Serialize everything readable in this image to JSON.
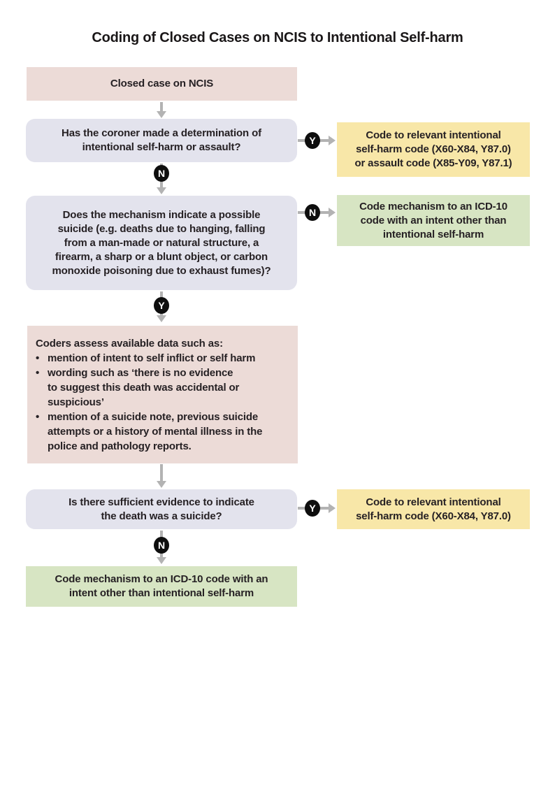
{
  "page": {
    "title": "Coding of Closed Cases on NCIS to Intentional Self-harm"
  },
  "labels": {
    "yes": "Y",
    "no": "N",
    "bullet": "•"
  },
  "colors": {
    "start_box": "#ecdbd7",
    "question_box": "#e3e3ed",
    "outcome_yellow": "#f8e7a8",
    "outcome_green": "#d7e5c3",
    "arrow": "#b3b3b3",
    "badge": "#0e0e0e",
    "text": "#262124"
  },
  "flow": {
    "start": "Closed case on NCIS",
    "q_coroner": "Has the coroner made a determination of\nintentional self-harm or assault?",
    "coroner_yes_outcome": "Code to relevant intentional\nself-harm code (X60-X84, Y87.0)\nor assault code (X85-Y09, Y87.1)",
    "q_mechanism": "Does the mechanism indicate a possible\nsuicide (e.g. deaths due to hanging, falling\nfrom a man-made or natural structure, a\nfirearm, a sharp or a blunt object, or carbon\nmonoxide poisoning due to exhaust fumes)?",
    "mechanism_no_outcome": "Code mechanism to an ICD-10\ncode with an intent other than\nintentional self-harm",
    "assess_intro": "Coders assess available data such as:",
    "assess_bullets": [
      "mention of intent to self inflict or self harm",
      "wording such as ‘there is no evidence\nto suggest this death was accidental or\nsuspicious’",
      "mention of a suicide note, previous suicide\nattempts or a history of mental illness in the\npolice and pathology reports."
    ],
    "q_evidence": "Is there sufficient evidence to indicate\nthe death was a suicide?",
    "evidence_yes_outcome": "Code to relevant intentional\nself-harm code (X60-X84, Y87.0)",
    "evidence_no_outcome": "Code mechanism to an ICD-10 code with an\nintent other than intentional self-harm"
  }
}
